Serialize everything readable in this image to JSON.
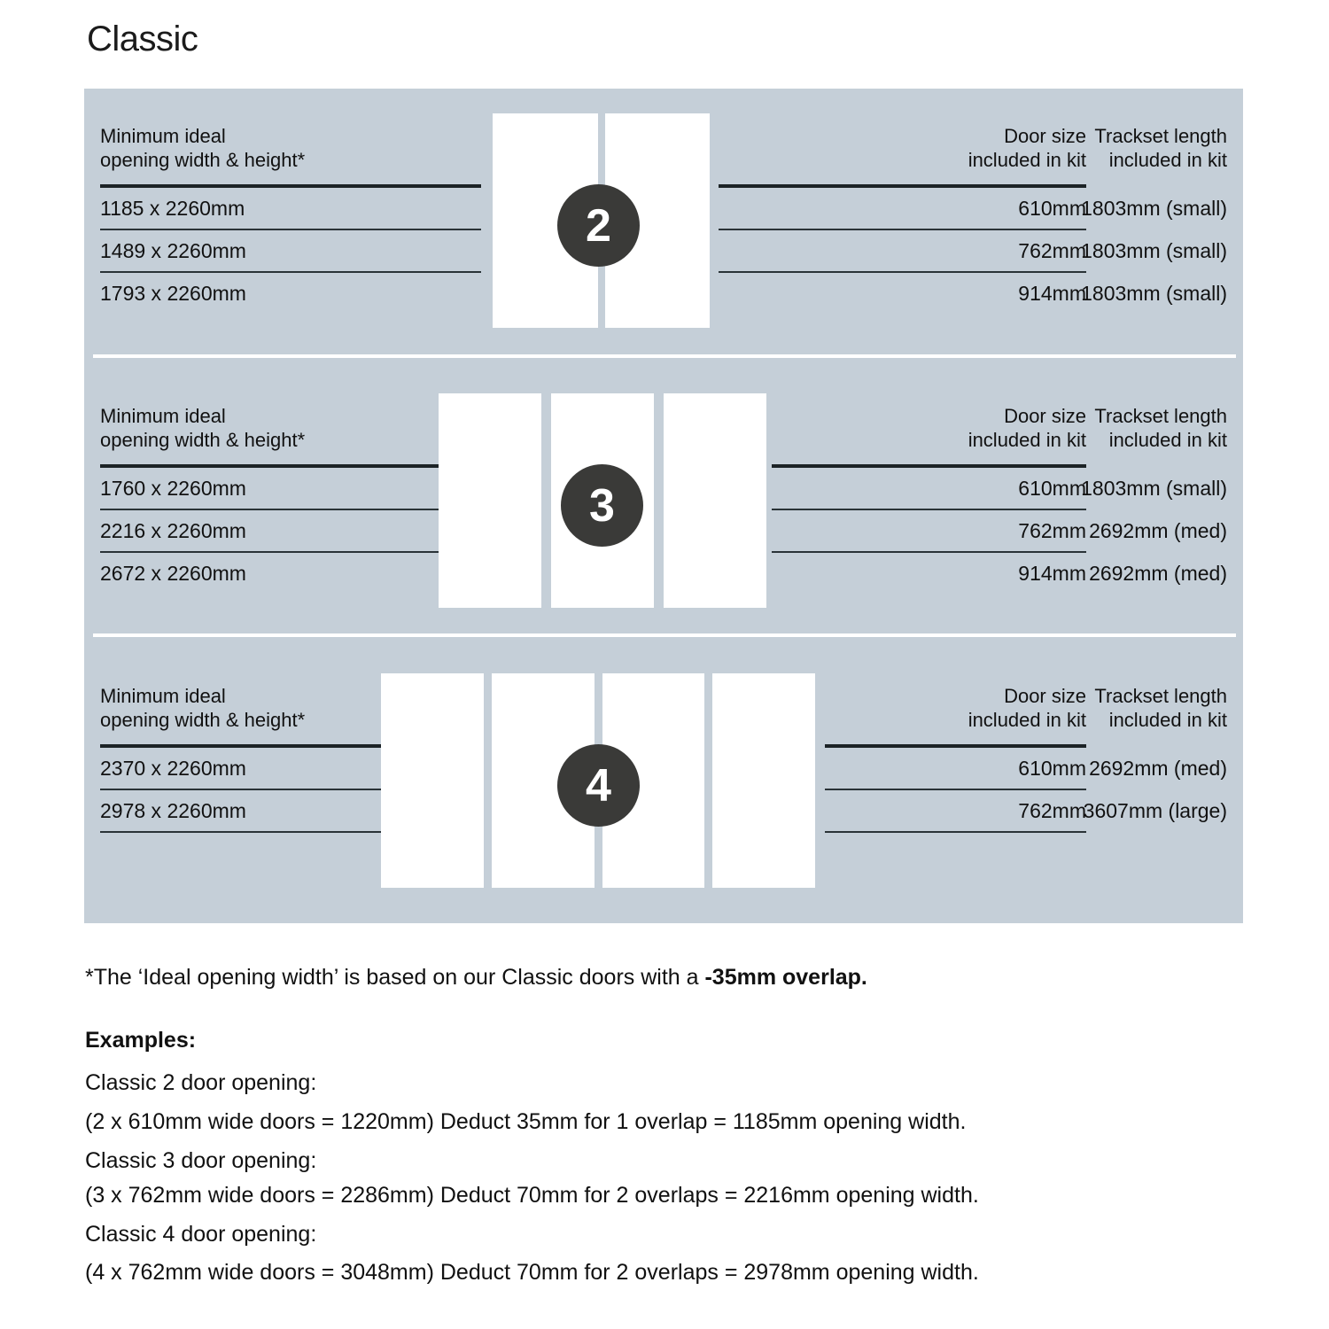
{
  "title": "Classic",
  "colors": {
    "panel_bg": "#c5cfd8",
    "badge_bg": "#3a3a38",
    "door_fill": "#ffffff",
    "rule": "#1c2326",
    "text": "#111111"
  },
  "columns": {
    "opening": "Minimum ideal\nopening width & height*",
    "door_size": "Door size\nincluded in kit",
    "trackset": "Trackset length\nincluded in kit"
  },
  "sections": [
    {
      "badge": "2",
      "door_count": 2,
      "headers": {
        "opening": "Minimum ideal\nopening width & height*",
        "door_size": "Door size\nincluded in kit",
        "trackset": "Trackset length\nincluded in kit"
      },
      "rows": [
        {
          "opening": "1185 x 2260mm",
          "door_size": "610mm",
          "trackset": "1803mm (small)"
        },
        {
          "opening": "1489 x 2260mm",
          "door_size": "762mm",
          "trackset": "1803mm (small)"
        },
        {
          "opening": "1793 x 2260mm",
          "door_size": "914mm",
          "trackset": "1803mm (small)"
        }
      ]
    },
    {
      "badge": "3",
      "door_count": 3,
      "headers": {
        "opening": "Minimum ideal\nopening width & height*",
        "door_size": "Door size\nincluded in kit",
        "trackset": "Trackset length\nincluded in kit"
      },
      "rows": [
        {
          "opening": "1760 x 2260mm",
          "door_size": "610mm",
          "trackset": "1803mm (small)"
        },
        {
          "opening": "2216 x 2260mm",
          "door_size": "762mm",
          "trackset": "2692mm (med)"
        },
        {
          "opening": "2672 x 2260mm",
          "door_size": "914mm",
          "trackset": "2692mm (med)"
        }
      ]
    },
    {
      "badge": "4",
      "door_count": 4,
      "headers": {
        "opening": "Minimum ideal\nopening width & height*",
        "door_size": "Door size\nincluded in kit",
        "trackset": "Trackset length\nincluded in kit"
      },
      "rows": [
        {
          "opening": "2370 x 2260mm",
          "door_size": "610mm",
          "trackset": "2692mm (med)"
        },
        {
          "opening": "2978 x 2260mm",
          "door_size": "762mm",
          "trackset": "3607mm (large)"
        }
      ]
    }
  ],
  "footnote": {
    "prefix": "*The ‘Ideal opening width’ is based on our Classic doors with a ",
    "emphasis": "-35mm overlap."
  },
  "examples": {
    "heading": "Examples:",
    "lines": [
      "Classic 2 door opening:",
      "(2 x 610mm wide doors = 1220mm)  Deduct 35mm for 1 overlap = 1185mm opening width.",
      "Classic 3 door opening:",
      "(3 x 762mm wide doors = 2286mm)  Deduct 70mm for 2 overlaps = 2216mm opening width.",
      "Classic 4 door opening:",
      "(4 x 762mm wide doors = 3048mm)  Deduct 70mm for 2 overlaps = 2978mm opening width."
    ]
  }
}
